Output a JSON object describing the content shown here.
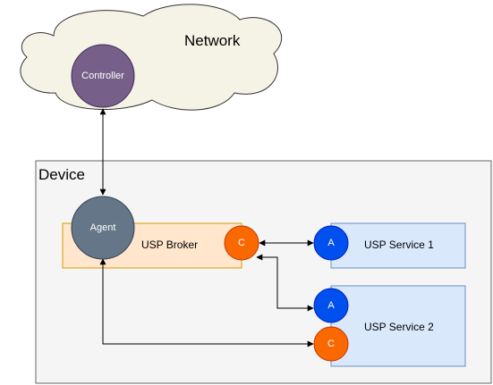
{
  "network": {
    "label": "Network",
    "cloud_fill": "#f5f3e6",
    "stroke": "#333333"
  },
  "controller": {
    "label": "Controller",
    "fill": "#76608a"
  },
  "device": {
    "label": "Device",
    "fill": "#f5f5f5"
  },
  "agent": {
    "label": "Agent",
    "fill": "#647687"
  },
  "broker": {
    "label": "USP Broker",
    "fill": "#ffe6cc",
    "stroke": "#d79b00",
    "controller_badge": "C",
    "badge_fill": "#fa6800"
  },
  "service1": {
    "label": "USP Service 1",
    "agent_badge": "A"
  },
  "service2": {
    "label": "USP Service 2",
    "agent_badge": "A",
    "controller_badge": "C"
  },
  "colors": {
    "service_fill": "#dae8fc",
    "service_stroke": "#6c8ebf",
    "agent_badge_fill": "#0050ef"
  }
}
